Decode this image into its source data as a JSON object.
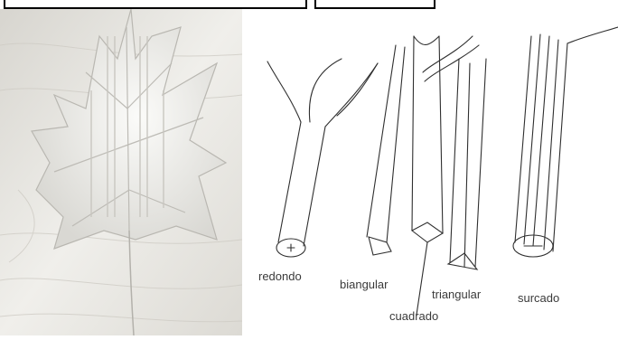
{
  "colors": {
    "paper": "#ffffff",
    "wood": "#e9e7e2",
    "leaf": "#f4f3f0",
    "ink": "#3a3a3a"
  },
  "icons": [
    "leaf-photo",
    "stem-round",
    "stem-biangular",
    "stem-square",
    "stem-triangular",
    "stem-grooved"
  ],
  "labels": {
    "redondo": "redondo",
    "biangular": "biangular",
    "cuadrado": "cuadrado",
    "triangular": "triangular",
    "surcado": "surcado"
  }
}
